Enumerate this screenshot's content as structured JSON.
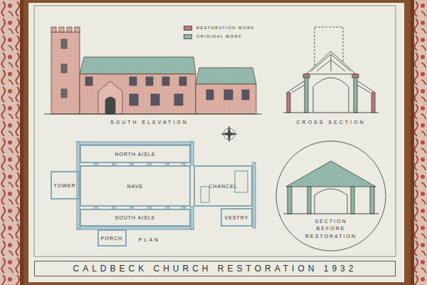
{
  "diagram": {
    "title": "CALDBECK CHURCH RESTORATION 1932",
    "nodes": [
      {
        "text": [
          "NORTH AISLE"
        ]
      },
      {
        "text": [
          "TOWER"
        ]
      },
      {
        "text": [
          "NAVE"
        ]
      },
      {
        "text": [
          "CHANCEL"
        ]
      },
      {
        "text": [
          "SOUTH AISLE"
        ]
      },
      {
        "text": [
          "VESTRY"
        ]
      },
      {
        "text": [
          "PORCH"
        ]
      },
      {
        "text": [
          "SECTION BEFORE RESTORATION"
        ]
      }
    ],
    "labels": [
      "SOUTH ELEVATION",
      "CROSS SECTION",
      "PLAN"
    ],
    "legend": [
      {
        "text": "RESTORATION WORK",
        "color": "#b9787a"
      },
      {
        "text": "ORIGINAL WORK",
        "color": "#8fb7a8"
      }
    ]
  }
}
